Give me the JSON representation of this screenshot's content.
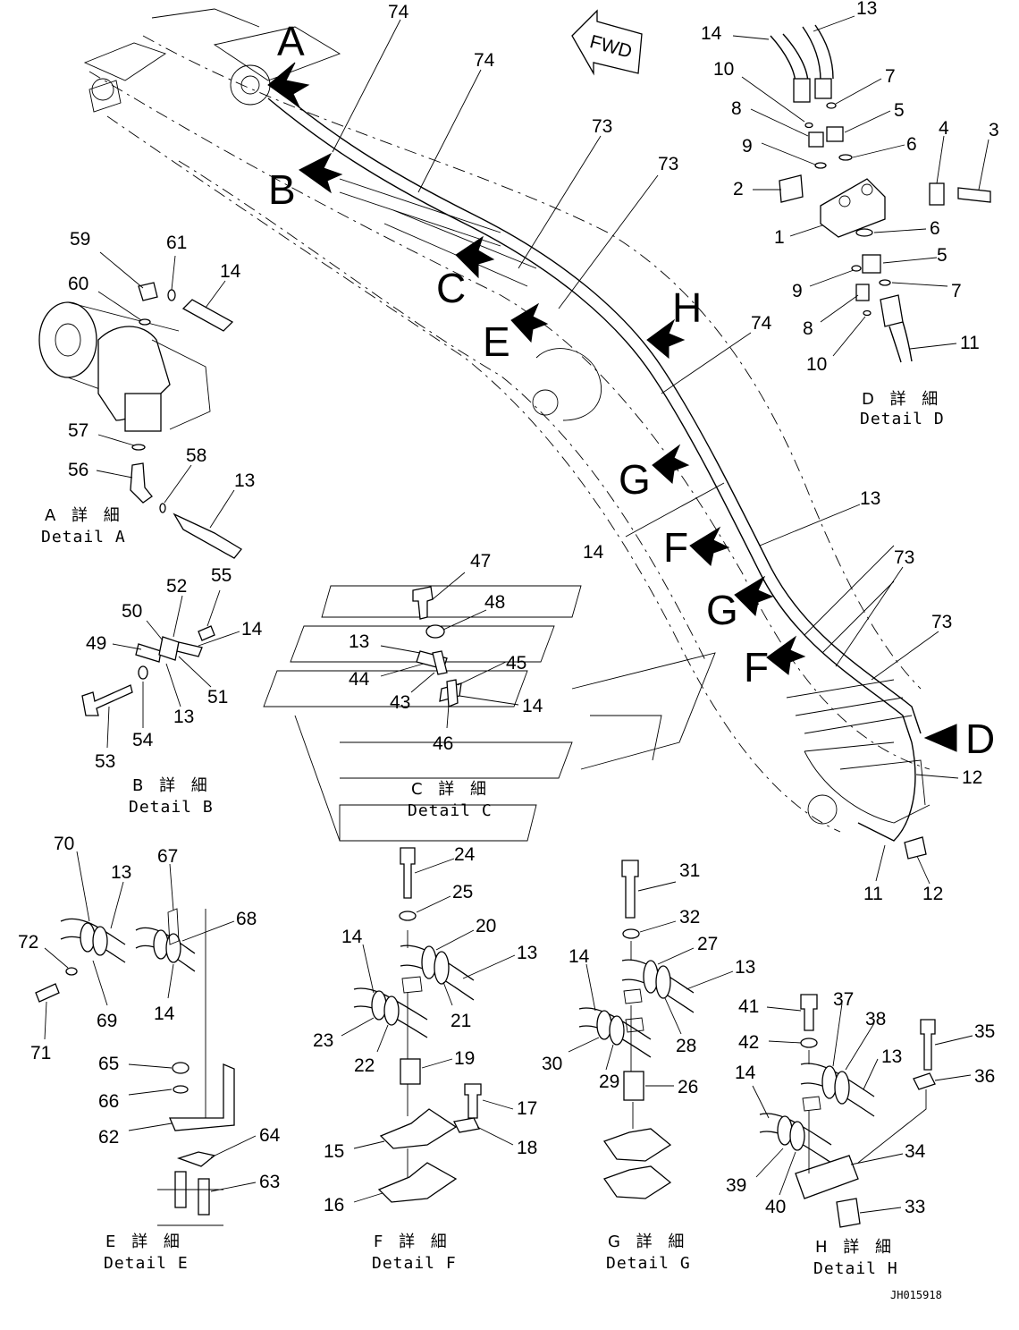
{
  "title": "Boom hydraulic piping diagram",
  "ref_code": "JH015918",
  "fwd_label": "FWD",
  "views": {
    "A": "A",
    "B": "B",
    "C": "C",
    "D": "D",
    "E": "E",
    "F": "F",
    "G": "G",
    "H": "H"
  },
  "details": {
    "A": {
      "jp": "A 詳 細",
      "en": "Detail A"
    },
    "B": {
      "jp": "B 詳 細",
      "en": "Detail B"
    },
    "C": {
      "jp": "C 詳 細",
      "en": "Detail C"
    },
    "D": {
      "jp": "D 詳 細",
      "en": "Detail D"
    },
    "E": {
      "jp": "E 詳 細",
      "en": "Detail E"
    },
    "F": {
      "jp": "F 詳 細",
      "en": "Detail F"
    },
    "G": {
      "jp": "G 詳 細",
      "en": "Detail G"
    },
    "H": {
      "jp": "H 詳 細",
      "en": "Detail H"
    }
  },
  "callouts": {
    "main_74a": "74",
    "main_74b": "74",
    "main_73a": "73",
    "main_73b": "73",
    "main_74c": "74",
    "main_13": "13",
    "main_14": "14",
    "main_73c": "73",
    "main_73d": "73",
    "main_12a": "12",
    "main_12b": "12",
    "main_11": "11",
    "d_14": "14",
    "d_13": "13",
    "d_10a": "10",
    "d_7a": "7",
    "d_8a": "8",
    "d_5a": "5",
    "d_9a": "9",
    "d_6a": "6",
    "d_4": "4",
    "d_3": "3",
    "d_2": "2",
    "d_1": "1",
    "d_6b": "6",
    "d_5b": "5",
    "d_9b": "9",
    "d_7b": "7",
    "d_8b": "8",
    "d_10b": "10",
    "d_11": "11",
    "a_59": "59",
    "a_61": "61",
    "a_14": "14",
    "a_60": "60",
    "a_57": "57",
    "a_56": "56",
    "a_58": "58",
    "a_13": "13",
    "b_52": "52",
    "b_55": "55",
    "b_50": "50",
    "b_14": "14",
    "b_49": "49",
    "b_51": "51",
    "b_13": "13",
    "b_54": "54",
    "b_53": "53",
    "c_47": "47",
    "c_48": "48",
    "c_13": "13",
    "c_45": "45",
    "c_44": "44",
    "c_43": "43",
    "c_14": "14",
    "c_46": "46",
    "e_70": "70",
    "e_13": "13",
    "e_67": "67",
    "e_68": "68",
    "e_72": "72",
    "e_69": "69",
    "e_14": "14",
    "e_71": "71",
    "e_65": "65",
    "e_66": "66",
    "e_62": "62",
    "e_64": "64",
    "e_63": "63",
    "f_24": "24",
    "f_25": "25",
    "f_14": "14",
    "f_20": "20",
    "f_13": "13",
    "f_21": "21",
    "f_23": "23",
    "f_22": "22",
    "f_19": "19",
    "f_17": "17",
    "f_18": "18",
    "f_15": "15",
    "f_16": "16",
    "g_31": "31",
    "g_32": "32",
    "g_14": "14",
    "g_27": "27",
    "g_13": "13",
    "g_28": "28",
    "g_30": "30",
    "g_29": "29",
    "g_26": "26",
    "h_41": "41",
    "h_37": "37",
    "h_38": "38",
    "h_35": "35",
    "h_42": "42",
    "h_13": "13",
    "h_36": "36",
    "h_14": "14",
    "h_34": "34",
    "h_39": "39",
    "h_40": "40",
    "h_33": "33"
  }
}
